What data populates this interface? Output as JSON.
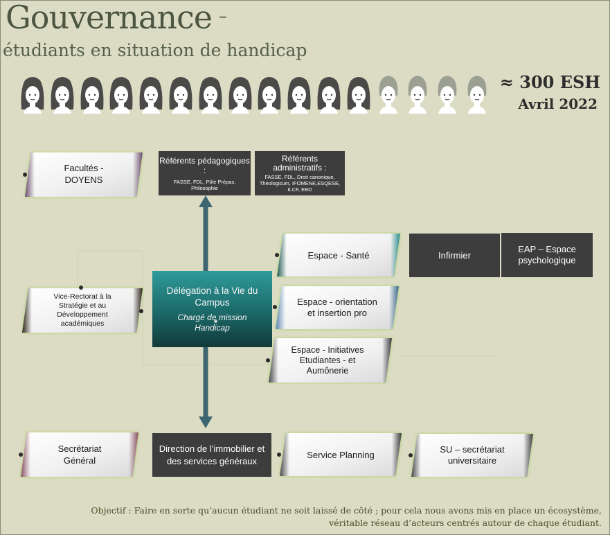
{
  "header": {
    "title": "Gouvernance",
    "dash": "–",
    "subtitle": "étudiants en situation de handicap"
  },
  "stats": {
    "count": "≈ 300 ESH",
    "date": "Avril 2022"
  },
  "icons": {
    "person_dark_count": 12,
    "person_light_count": 4,
    "person_dark_color": "#4a4a48",
    "person_light_color": "#9ca093"
  },
  "colors": {
    "accent_teal": "#1f6e6e",
    "arrow": "#3e6670",
    "dark_box": "#3d3d3d"
  },
  "boxes": {
    "facultes": "Facultés - DOYENS",
    "vice_rectorat": "Vice-Rectorat à la Stratégie et au Développement académiques",
    "secretariat": "Secrétariat Général",
    "ref_peda_title": "Référents pédagogiques :",
    "ref_peda_list": "FASSE, FDL, Pôle Prépas, Philosophie",
    "ref_admin_title": "Référents administratifs :",
    "ref_admin_list": "FASSE, FDL, Droit canonique, Theologicum, IFOMENE,ESQESE, ILCF, EBD",
    "delegation_title": "Délégation à la Vie du Campus",
    "delegation_sub": "Chargé de mission Handicap",
    "espace_sante": "Espace - Santé",
    "infirmier": "Infirmier",
    "eap": "EAP – Espace psychologique",
    "espace_orientation": "Espace - orientation et insertion pro",
    "espace_initiatives": "Espace - Initiatives Etudiantes - et Aumônerie",
    "direction": "Direction de l’immobilier et des services généraux",
    "service_planning": "Service Planning",
    "su": "SU – secrétariat universitaire"
  },
  "footer": {
    "line1": "Objectif : Faire en sorte qu’aucun étudiant ne soit laissé de côté ; pour cela nous avons mis en place un écosystème,",
    "line2": "véritable réseau d’acteurs centrés autour de chaque étudiant."
  }
}
